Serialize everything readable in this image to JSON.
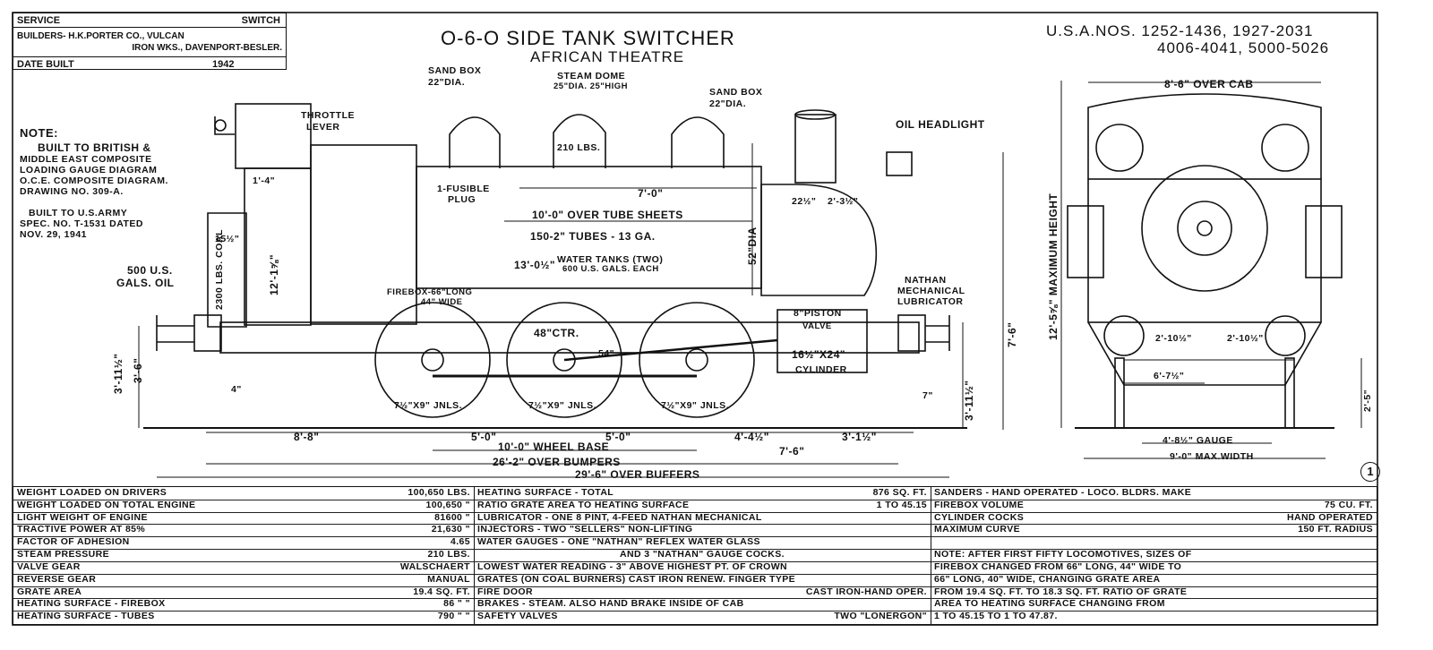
{
  "info": {
    "service_label": "SERVICE",
    "service_value": "SWITCH",
    "builders_line1": "BUILDERS- H.K.PORTER CO., VULCAN",
    "builders_line2": "IRON WKS., DAVENPORT-BESLER.",
    "date_label": "DATE BUILT",
    "date_value": "1942"
  },
  "title": {
    "main": "O-6-O SIDE TANK SWITCHER",
    "sub": "AFRICAN THEATRE",
    "nos_line1": "U.S.A.NOS. 1252-1436, 1927-2031",
    "nos_line2": "4006-4041, 5000-5026"
  },
  "notes": {
    "note_head": "NOTE:",
    "note_lines": [
      "BUILT TO BRITISH &",
      "MIDDLE EAST COMPOSITE",
      "LOADING GAUGE DIAGRAM",
      "O.C.E. COMPOSITE DIAGRAM.",
      "DRAWING NO. 309-A."
    ],
    "army_lines": [
      "BUILT TO U.S.ARMY",
      "SPEC. NO. T-1531 DATED",
      "NOV. 29, 1941"
    ],
    "oil_lines": [
      "500 U.S.",
      "GALS. OIL"
    ]
  },
  "labels": {
    "sand_box_1": "SAND BOX",
    "sand_box_1_dia": "22\"DIA.",
    "steam_dome": "STEAM DOME",
    "steam_dome_dim": "25\"DIA. 25\"HIGH",
    "sand_box_2": "SAND BOX",
    "sand_box_2_dia": "22\"DIA.",
    "throttle_1": "THROTTLE",
    "throttle_2": "LEVER",
    "oil_headlight": "OIL HEADLIGHT",
    "pressure": "210 LBS.",
    "fusible_1": "1-FUSIBLE",
    "fusible_2": "PLUG",
    "dim_7_0": "7'-0\"",
    "tube_sheets": "10'-0\" OVER TUBE SHEETS",
    "tubes": "150-2\" TUBES - 13 GA.",
    "water_tanks_1": "WATER TANKS (TWO)",
    "water_tanks_2": "600 U.S. GALS. EACH",
    "dim_13_0": "13'-0½\"",
    "firebox_1": "FIREBOX-66\"LONG",
    "firebox_2": "44\" WIDE",
    "coal": "2300 LBS. COAL",
    "dim_12_1": "12'-1⅝\"",
    "dim_15": "15½\"",
    "dim_1_4": "1'-4\"",
    "dim_52": "52\"DIA",
    "dim_22": "22½\"",
    "dim_2_3": "2'-3½\"",
    "nathan_1": "NATHAN",
    "nathan_2": "MECHANICAL",
    "nathan_3": "LUBRICATOR",
    "piston_1": "8\"PISTON",
    "piston_2": "VALVE",
    "cyl_1": "16½\"X24\"",
    "cyl_2": "CYLINDER",
    "ctr": "48\"CTR.",
    "dim_54": "54\"",
    "jnl_1": "7½\"X9\" JNLS.",
    "jnl_2": "7½\"X9\" JNLS.",
    "jnl_3": "7½\"X9\" JNLS.",
    "dim_3_11": "3'-11½\"",
    "dim_3_6": "3'-6\"",
    "dim_4": "4\"",
    "dim_7_6_v": "7'-6\"",
    "dim_3_11_r": "3'-11½\"",
    "dim_7": "7\"",
    "dim_8_8": "8'-8\"",
    "dim_5_0a": "5'-0\"",
    "dim_5_0b": "5'-0\"",
    "dim_4_4": "4'-4½\"",
    "dim_7_6_h": "7'-6\"",
    "dim_3_1": "3'-1½\"",
    "wheel_base": "10'-0\" WHEEL BASE",
    "bumpers": "26'-2\"  OVER BUMPERS",
    "buffers": "29'-6\"  OVER BUFFERS",
    "over_cab": "8'-6\" OVER CAB",
    "max_height": "12'-5⅝\" MAXIMUM HEIGHT",
    "dim_2_10a": "2'-10½\"",
    "dim_2_10b": "2'-10½\"",
    "dim_6_7": "6'-7½\"",
    "dim_2_5": "2'-5\"",
    "gauge": "4'-8½\" GAUGE",
    "max_width": "9'-0\"  MAX.WIDTH",
    "sheet_number": "1"
  },
  "spec_table": {
    "col1": [
      [
        "WEIGHT  LOADED ON DRIVERS",
        "100,650 LBS."
      ],
      [
        "WEIGHT LOADED ON TOTAL ENGINE",
        "100,650  \""
      ],
      [
        "LIGHT WEIGHT OF ENGINE",
        "81600  \""
      ],
      [
        "TRACTIVE  POWER AT 85%",
        "21,630  \""
      ],
      [
        "FACTOR OF ADHESION",
        "4.65"
      ],
      [
        "STEAM PRESSURE",
        "210 LBS."
      ],
      [
        "VALVE  GEAR",
        "WALSCHAERT"
      ],
      [
        "REVERSE  GEAR",
        "MANUAL"
      ],
      [
        "GRATE AREA",
        "19.4 SQ. FT."
      ],
      [
        "HEATING  SURFACE - FIREBOX",
        "86  \"  \""
      ],
      [
        "HEATING  SURFACE - TUBES",
        "790  \"  \""
      ]
    ],
    "col2": [
      [
        "HEATING  SURFACE - TOTAL",
        "876 SQ. FT."
      ],
      [
        "RATIO GRATE AREA TO HEATING  SURFACE",
        "1 TO 45.15"
      ],
      [
        "LUBRICATOR - ONE 8 PINT, 4-FEED NATHAN MECHANICAL",
        ""
      ],
      [
        "INJECTORS -  TWO \"SELLERS\" NON-LIFTING",
        ""
      ],
      [
        "WATER GAUGES - ONE \"NATHAN\" REFLEX WATER GLASS",
        ""
      ],
      [
        "AND 3 \"NATHAN\" GAUGE COCKS.",
        ""
      ],
      [
        "LOWEST WATER READING - 3\" ABOVE HIGHEST PT. OF CROWN",
        ""
      ],
      [
        "GRATES (ON COAL BURNERS) CAST IRON RENEW. FINGER TYPE",
        ""
      ],
      [
        "FIRE  DOOR",
        "CAST IRON-HAND OPER."
      ],
      [
        "BRAKES -   STEAM. ALSO HAND BRAKE INSIDE OF CAB",
        ""
      ],
      [
        "SAFETY  VALVES",
        "TWO \"LONERGON\""
      ]
    ],
    "col3": [
      [
        "SANDERS -   HAND OPERATED - LOCO. BLDRS. MAKE",
        ""
      ],
      [
        "FIREBOX  VOLUME",
        "75 CU. FT."
      ],
      [
        "CYLINDER   COCKS",
        "HAND OPERATED"
      ],
      [
        "MAXIMUM  CURVE",
        "150 FT. RADIUS"
      ],
      [
        "",
        ""
      ],
      [
        "NOTE:  AFTER FIRST FIFTY LOCOMOTIVES, SIZES OF",
        ""
      ],
      [
        "FIREBOX  CHANGED  FROM 66\" LONG, 44\" WIDE TO",
        ""
      ],
      [
        "66\" LONG, 40\" WIDE,  CHANGING  GRATE  AREA",
        ""
      ],
      [
        "FROM 19.4 SQ. FT. TO 18.3 SQ. FT. RATIO OF GRATE",
        ""
      ],
      [
        "AREA TO HEATING SURFACE  CHANGING FROM",
        ""
      ],
      [
        "1 TO 45.15  TO 1 TO 47.87.",
        ""
      ]
    ]
  }
}
